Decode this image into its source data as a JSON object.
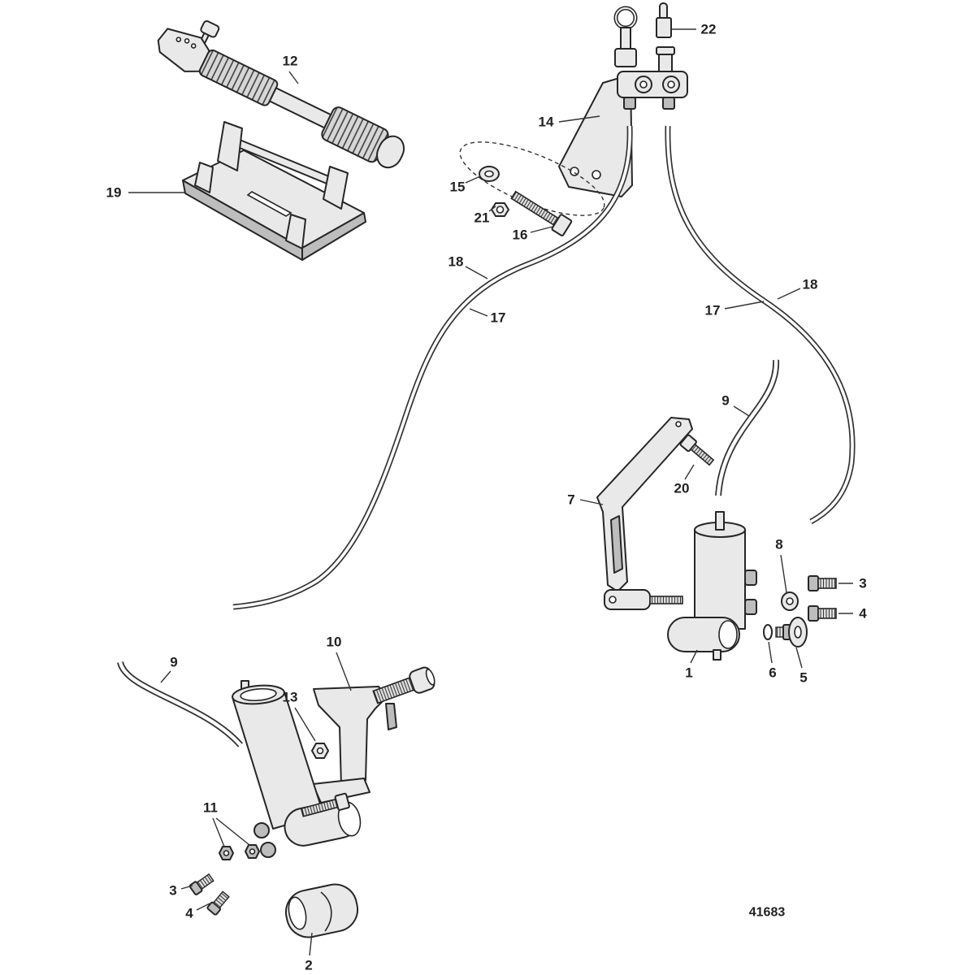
{
  "figure_number": "41683",
  "callouts": [
    "12",
    "19",
    "14",
    "22",
    "15",
    "21",
    "16",
    "18",
    "17",
    "18",
    "17",
    "9",
    "20",
    "7",
    "8",
    "3",
    "4",
    "6",
    "5",
    "1",
    "10",
    "9",
    "13",
    "11",
    "3",
    "4",
    "2"
  ]
}
